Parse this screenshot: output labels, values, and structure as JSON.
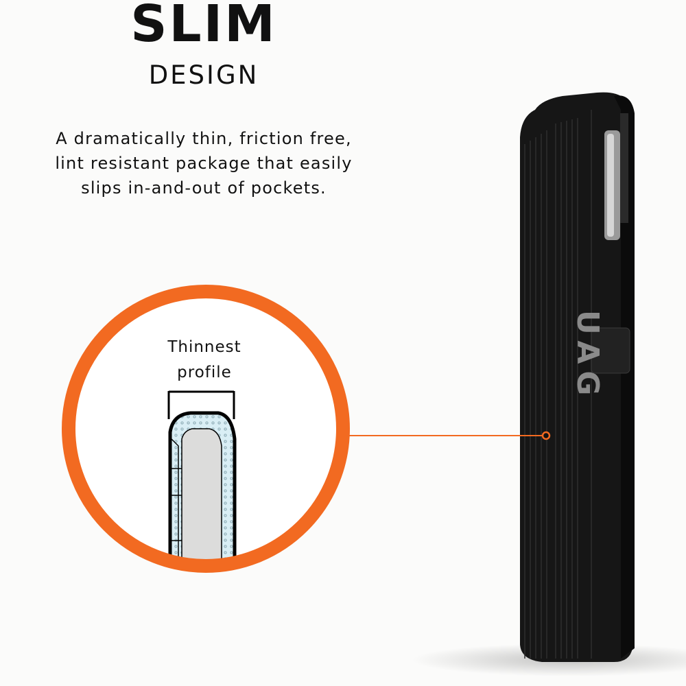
{
  "headline": {
    "title": "SLIM",
    "subtitle": "DESIGN"
  },
  "description": {
    "lines": [
      "A dramatically thin, friction free,",
      "lint resistant package that easily",
      "slips in-and-out of pockets."
    ]
  },
  "callout": {
    "label_line1": "Thinnest",
    "label_line2": "profile"
  },
  "product": {
    "logo_text": "UAG"
  },
  "colors": {
    "accent": "#f26a21",
    "case": "#1a1a1a",
    "background": "#fbfbfa"
  }
}
